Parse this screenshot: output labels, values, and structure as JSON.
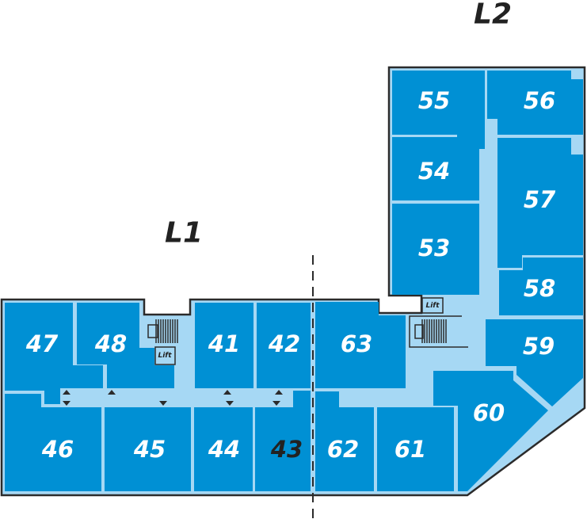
{
  "colors": {
    "room": "#0090d4",
    "corridor": "#a6d8f4",
    "vacant": "#ffffff",
    "outline": "#2b2b2b"
  },
  "levels": [
    {
      "id": "L1",
      "label": "L1"
    },
    {
      "id": "L2",
      "label": "L2"
    }
  ],
  "lift_label": "Lift",
  "rooms": [
    {
      "id": "r47",
      "label": "47",
      "vacant": false
    },
    {
      "id": "r48",
      "label": "48",
      "vacant": false
    },
    {
      "id": "r41",
      "label": "41",
      "vacant": false
    },
    {
      "id": "r42",
      "label": "42",
      "vacant": false
    },
    {
      "id": "r46",
      "label": "46",
      "vacant": false
    },
    {
      "id": "r45",
      "label": "45",
      "vacant": false
    },
    {
      "id": "r44",
      "label": "44",
      "vacant": false
    },
    {
      "id": "r43",
      "label": "43",
      "vacant": true
    },
    {
      "id": "r62",
      "label": "62",
      "vacant": false
    },
    {
      "id": "r61",
      "label": "61",
      "vacant": false
    },
    {
      "id": "r63",
      "label": "63",
      "vacant": false
    },
    {
      "id": "r60",
      "label": "60",
      "vacant": false
    },
    {
      "id": "r59",
      "label": "59",
      "vacant": false
    },
    {
      "id": "r58",
      "label": "58",
      "vacant": false
    },
    {
      "id": "r57",
      "label": "57",
      "vacant": false
    },
    {
      "id": "r56",
      "label": "56",
      "vacant": false
    },
    {
      "id": "r55",
      "label": "55",
      "vacant": false
    },
    {
      "id": "r54",
      "label": "54",
      "vacant": false
    },
    {
      "id": "r53",
      "label": "53",
      "vacant": false
    }
  ]
}
